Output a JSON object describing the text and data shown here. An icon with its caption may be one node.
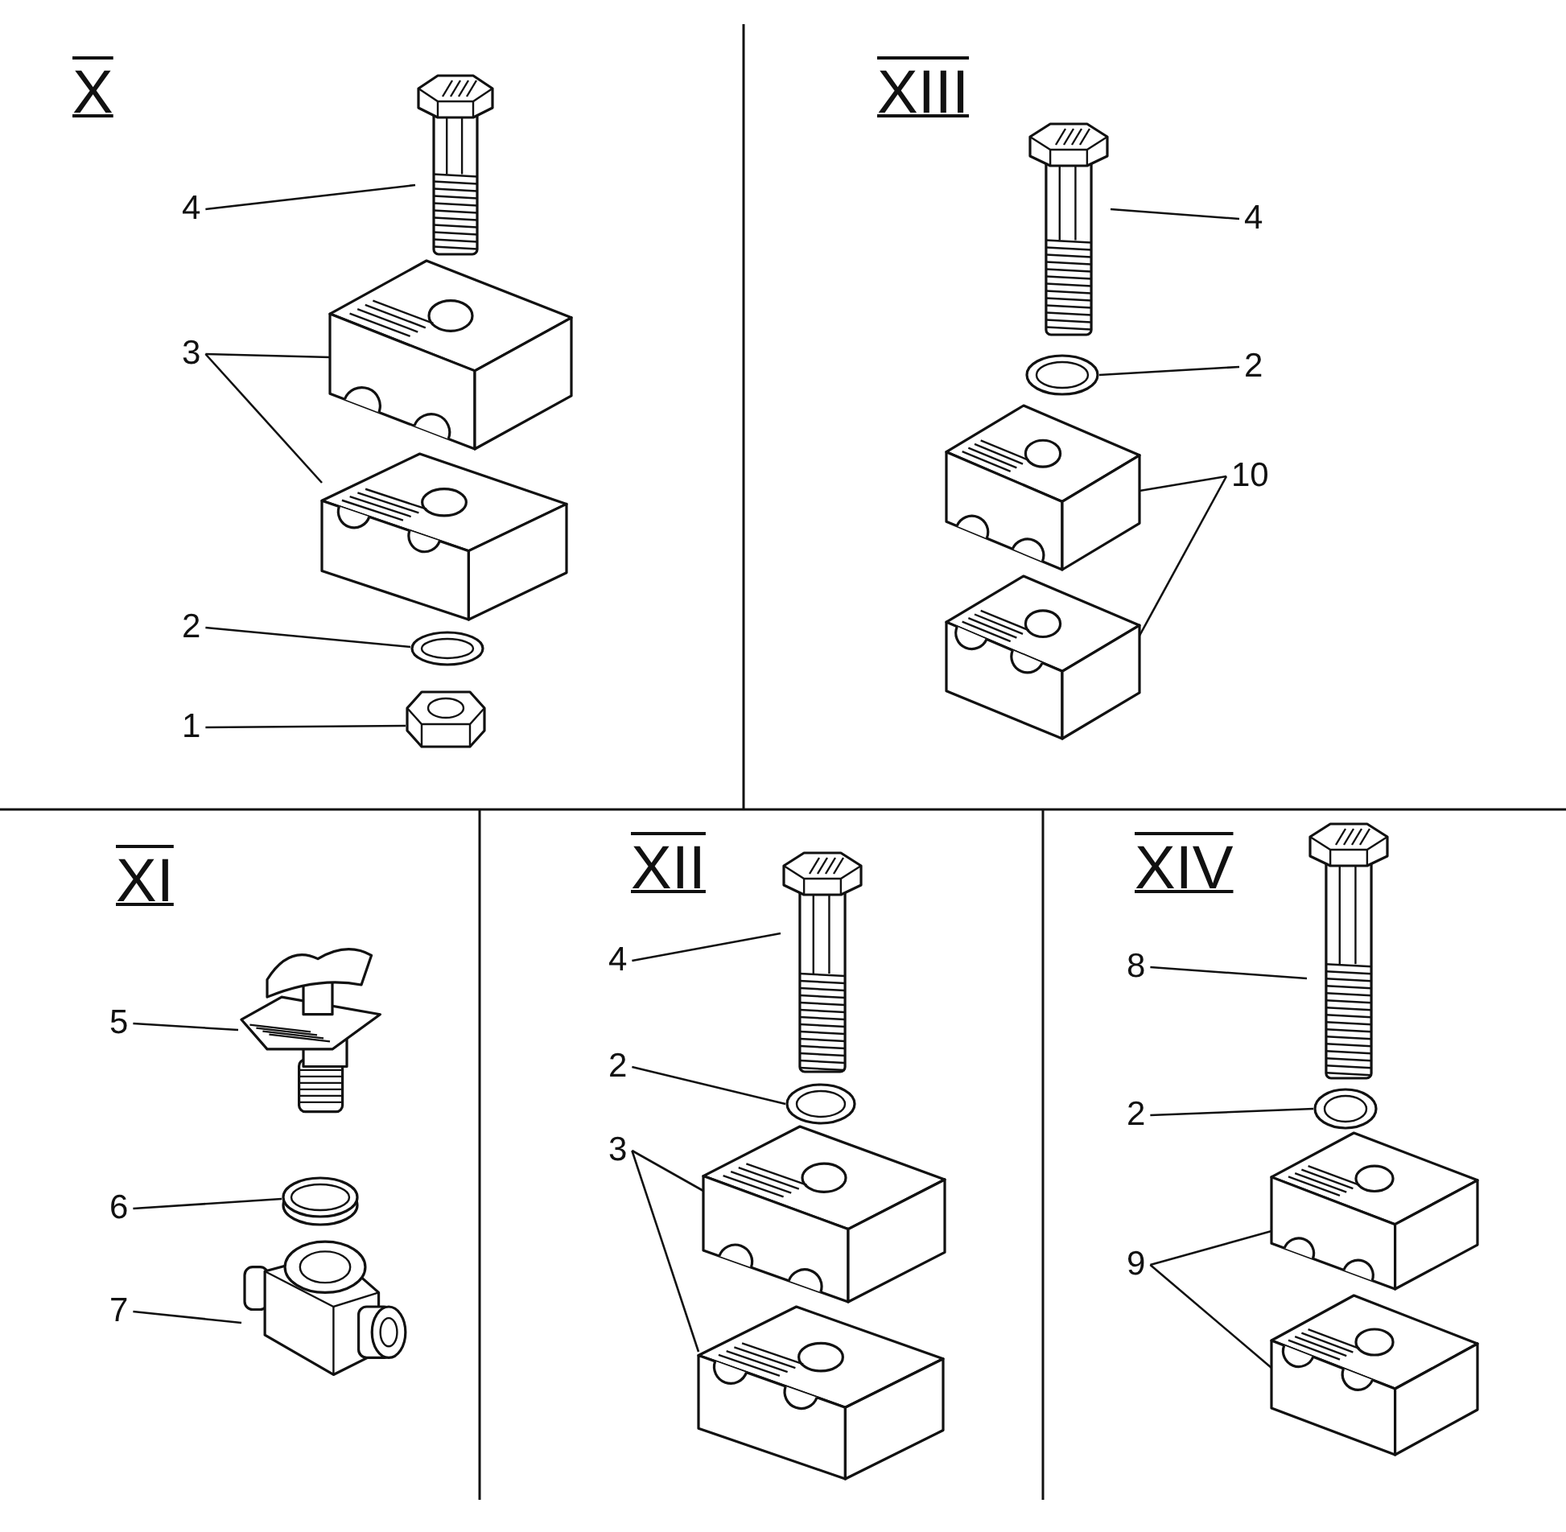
{
  "diagram": {
    "nodes": [
      {
        "text": [
          "4"
        ]
      },
      {
        "text": [],
        "shape": "picture"
      },
      {
        "text": [
          "3"
        ]
      },
      {
        "text": [],
        "shape": "picture"
      },
      {
        "text": [],
        "shape": "picture"
      },
      {
        "text": [
          "2"
        ]
      },
      {
        "text": [],
        "shape": "picture"
      },
      {
        "text": [
          "1"
        ]
      },
      {
        "text": [],
        "shape": "picture"
      },
      {
        "text": [
          "4"
        ]
      },
      {
        "text": [],
        "shape": "picture"
      },
      {
        "text": [
          "2"
        ]
      },
      {
        "text": [],
        "shape": "picture"
      },
      {
        "text": [
          "10"
        ]
      },
      {
        "text": [],
        "shape": "picture"
      },
      {
        "text": [],
        "shape": "picture"
      },
      {
        "text": [
          "5"
        ]
      },
      {
        "text": [],
        "shape": "picture"
      },
      {
        "text": [
          "6"
        ]
      },
      {
        "text": [],
        "shape": "picture"
      },
      {
        "text": [
          "7"
        ]
      },
      {
        "text": [],
        "shape": "picture"
      },
      {
        "text": [
          "4"
        ]
      },
      {
        "text": [],
        "shape": "picture"
      },
      {
        "text": [
          "2"
        ]
      },
      {
        "text": [],
        "shape": "picture"
      },
      {
        "text": [
          "3"
        ]
      },
      {
        "text": [],
        "shape": "picture"
      },
      {
        "text": [],
        "shape": "picture"
      },
      {
        "text": [
          "8"
        ]
      },
      {
        "text": [],
        "shape": "picture"
      },
      {
        "text": [
          "2"
        ]
      },
      {
        "text": [],
        "shape": "picture"
      },
      {
        "text": [
          "9"
        ]
      },
      {
        "text": [],
        "shape": "picture"
      },
      {
        "text": [],
        "shape": "picture"
      }
    ],
    "edges": [
      {
        "from": 0,
        "to": 1,
        "arrow": "none"
      },
      {
        "from": 2,
        "to": 3,
        "arrow": "none"
      },
      {
        "from": 2,
        "to": 4,
        "arrow": "none"
      },
      {
        "from": 5,
        "to": 6,
        "arrow": "none"
      },
      {
        "from": 7,
        "to": 8,
        "arrow": "none"
      },
      {
        "from": 9,
        "to": 10,
        "arrow": "none"
      },
      {
        "from": 11,
        "to": 12,
        "arrow": "none"
      },
      {
        "from": 13,
        "to": 14,
        "arrow": "none"
      },
      {
        "from": 13,
        "to": 15,
        "arrow": "none"
      },
      {
        "from": 16,
        "to": 17,
        "arrow": "none"
      },
      {
        "from": 18,
        "to": 19,
        "arrow": "none"
      },
      {
        "from": 20,
        "to": 21,
        "arrow": "none"
      },
      {
        "from": 22,
        "to": 23,
        "arrow": "none"
      },
      {
        "from": 24,
        "to": 25,
        "arrow": "none"
      },
      {
        "from": 26,
        "to": 27,
        "arrow": "none"
      },
      {
        "from": 26,
        "to": 28,
        "arrow": "none"
      },
      {
        "from": 29,
        "to": 30,
        "arrow": "none"
      },
      {
        "from": 31,
        "to": 32,
        "arrow": "none"
      },
      {
        "from": 33,
        "to": 34,
        "arrow": "none"
      },
      {
        "from": 33,
        "to": 35,
        "arrow": "none"
      }
    ],
    "labels": [
      "X",
      "XIII",
      "XI",
      "XII",
      "XIV"
    ]
  }
}
